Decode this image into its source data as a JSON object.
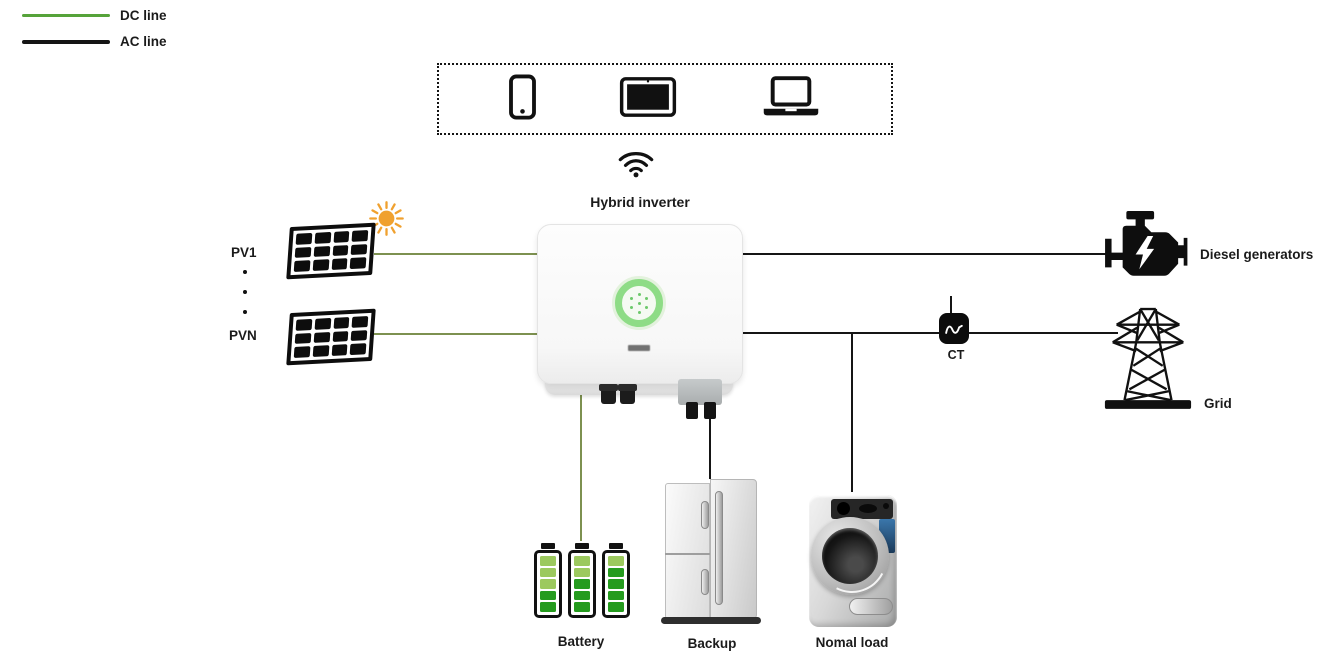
{
  "legend": {
    "dc_label": "DC line",
    "ac_label": "AC line"
  },
  "monitoring": {
    "wifi_icon": "wifi-icon",
    "device_icons": [
      "smartphone-icon",
      "tablet-icon",
      "laptop-icon"
    ]
  },
  "inverter": {
    "label": "Hybrid inverter"
  },
  "pv": {
    "pv1_label": "PV1",
    "pvn_label": "PVN",
    "sun_icon": "sun-icon",
    "panel_cells": {
      "columns": 4,
      "rows": 3
    }
  },
  "nodes": {
    "diesel_label": "Diesel generators",
    "ct_label": "CT",
    "grid_label": "Grid",
    "battery_label": "Battery",
    "backup_label": "Backup",
    "normal_load_label": "Nomal load"
  },
  "battery": {
    "count": 3,
    "segments": [
      [
        "light",
        "light",
        "light",
        "dark",
        "dark"
      ],
      [
        "light",
        "light",
        "dark",
        "dark",
        "dark"
      ],
      [
        "light",
        "dark",
        "dark",
        "dark",
        "dark"
      ]
    ]
  },
  "colors": {
    "dc_line": "#56a33a",
    "dc_line_thin": "#7d9150",
    "ac_line": "#151515",
    "battery_light": "#9cc95e",
    "battery_dark": "#259b1e",
    "sun_orange": "#f0a12f",
    "inverter_ring": "#8edc86",
    "ring_dot": "#6cc96a"
  }
}
